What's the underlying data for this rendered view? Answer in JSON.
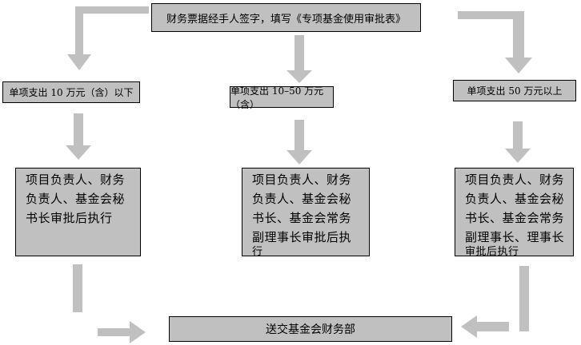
{
  "diagram": {
    "top_box": "财务票据经手人签字，填写《专项基金使用审批表》",
    "conditions": [
      "单项支出 10 万元（含）以下",
      "单项支出 10–50 万元（含）",
      "单项支出 50 万元以上"
    ],
    "approvals": [
      {
        "text": "项目负责人、财务负责人、基金会秘书长审批后执行",
        "tail": ""
      },
      {
        "text": "项目负责人、财务负责人、基金会秘书长、基金会常务副理事长审批后执",
        "tail": "行"
      },
      {
        "text": "项目负责人、财务负责人、基金会秘书长、基金会常务副理事长、理事长",
        "tail": "审批后执行"
      }
    ],
    "bottom_box": "送交基金会财务部"
  }
}
